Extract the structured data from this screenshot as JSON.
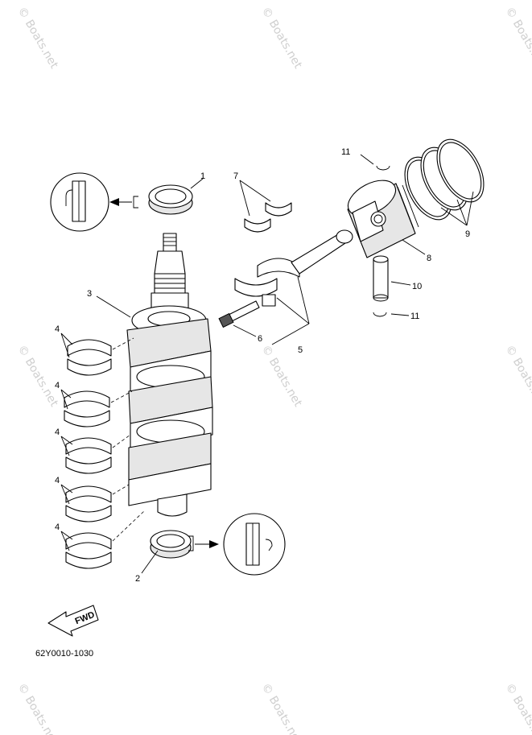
{
  "watermark": "© Boats.net",
  "diagram_code": "62Y0010-1030",
  "fwd_arrow_label": "FWD",
  "callouts": {
    "c1": "1",
    "c2": "2",
    "c3": "3",
    "c4a": "4",
    "c4b": "4",
    "c4c": "4",
    "c4d": "4",
    "c4e": "4",
    "c5": "5",
    "c6": "6",
    "c7": "7",
    "c8": "8",
    "c9": "9",
    "c10": "10",
    "c11a": "11",
    "c11b": "11"
  }
}
